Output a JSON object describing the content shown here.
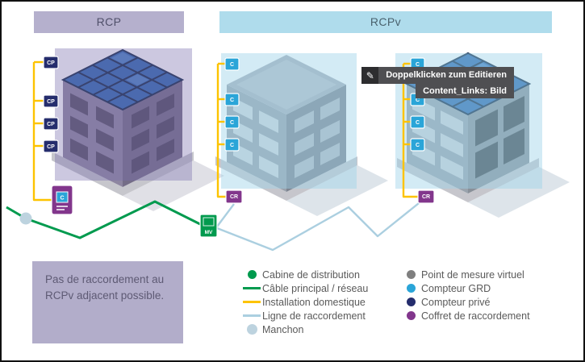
{
  "headers": {
    "rcp": "RCP",
    "rcpv": "RCPv"
  },
  "tooltip": {
    "pencil_icon": "✎",
    "edit_hint": "Doppelklicken zum Editieren",
    "content_label": "Content_Links: Bild"
  },
  "note": {
    "text": "Pas de raccordement au RCPv adjacent possible."
  },
  "meters": {
    "cp": "CP",
    "c": "C",
    "cr": "CR",
    "mv": "MV"
  },
  "legend": {
    "col1": [
      {
        "icon": "green-dot",
        "label": "Cabine de distribution"
      },
      {
        "icon": "green-line",
        "label": "Câble principal / réseau"
      },
      {
        "icon": "yellow-line",
        "label": "Installation domestique"
      },
      {
        "icon": "blue-line",
        "label": "Ligne de raccordement"
      },
      {
        "icon": "manchon-dot",
        "label": "Manchon"
      }
    ],
    "col2": [
      {
        "icon": "gray-dot",
        "label": "Point de mesure virtuel"
      },
      {
        "icon": "cyan-dot",
        "label": "Compteur GRD"
      },
      {
        "icon": "navy-dot",
        "label": "Compteur privé"
      },
      {
        "icon": "purple-dot",
        "label": "Coffret de raccordement"
      }
    ]
  },
  "colors": {
    "cabine_green": "#009a4e",
    "installation_yellow": "#fdc300",
    "raccordement_blue": "#abcfe0",
    "manchon_blue": "#bdd3df",
    "mesure_virtuel_gray": "#7f7f7f",
    "compteur_grd_cyan": "#2aa5d8",
    "compteur_prive_navy": "#252d6d",
    "coffret_purple": "#82368c",
    "rcp_header_bg": "#b5b0cd",
    "rcpv_header_bg": "#afdcec"
  }
}
